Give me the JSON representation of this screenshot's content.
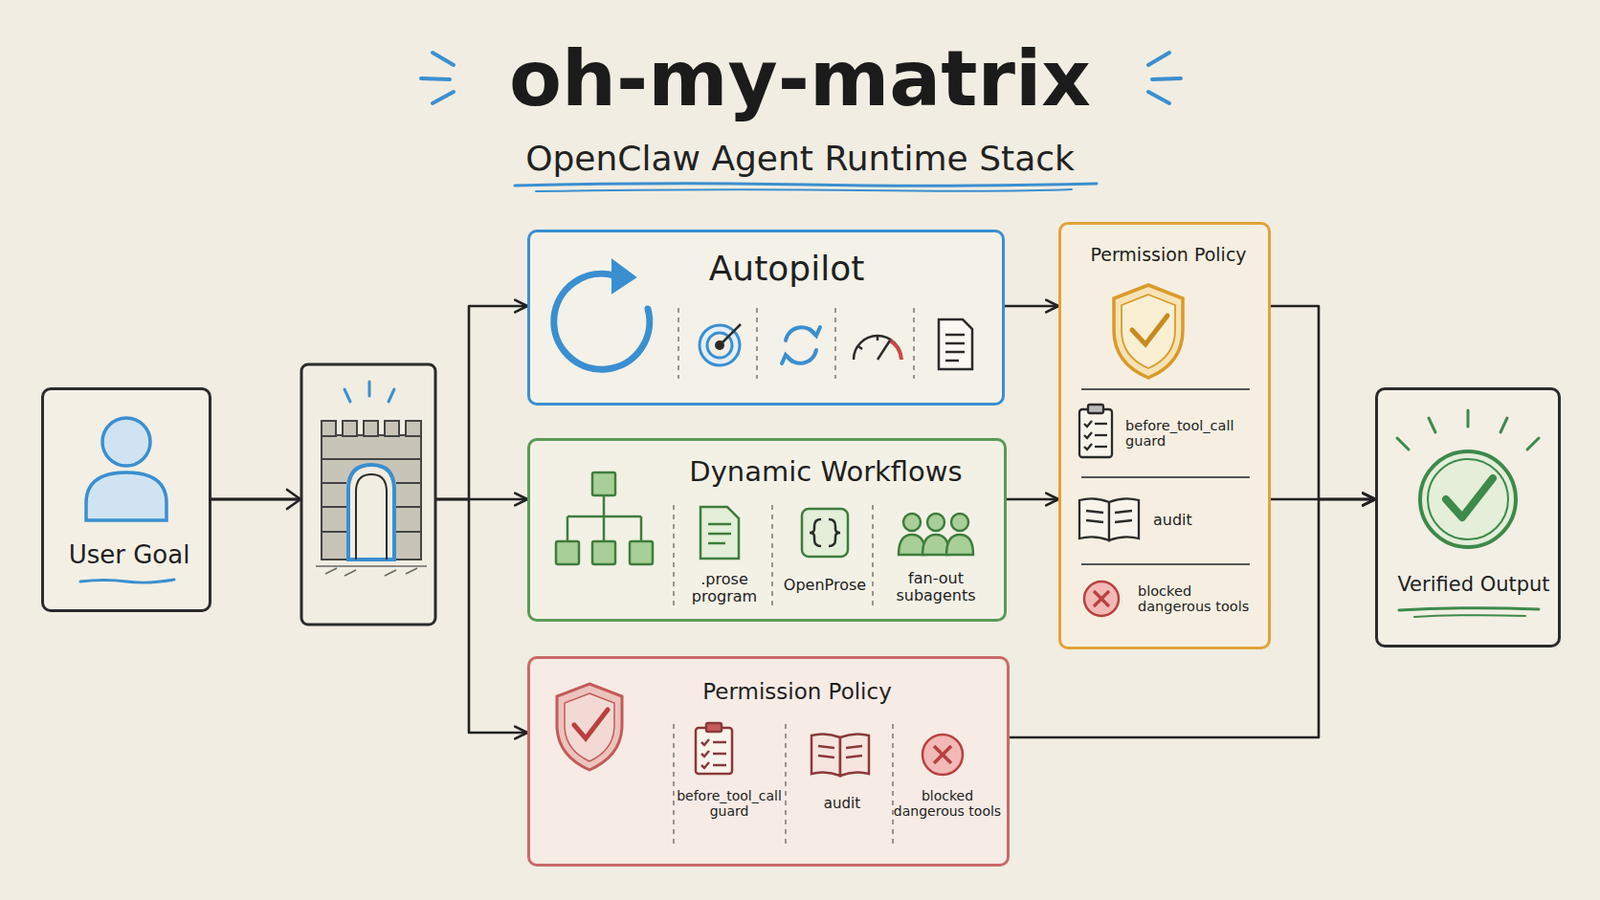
{
  "diagram": {
    "title": "oh-my-matrix",
    "nodes": [
      {
        "text": [
          "User Goal"
        ]
      },
      {
        "text": [
          "Autopilot"
        ]
      },
      {
        "text": [
          "Dynamic Workflows"
        ]
      },
      {
        "text": [
          "Permission Policy"
        ]
      },
      {
        "text": [
          "Permission Policy"
        ]
      },
      {
        "text": [
          "Verified Output"
        ]
      }
    ],
    "edges": [
      {
        "from": 0,
        "to": 1,
        "arrow": "to"
      },
      {
        "from": 0,
        "to": 2,
        "arrow": "to"
      },
      {
        "from": 0,
        "to": 3,
        "arrow": "to"
      },
      {
        "from": 1,
        "to": 4,
        "arrow": "to"
      },
      {
        "from": 2,
        "to": 4,
        "arrow": "to"
      },
      {
        "from": 4,
        "to": 5,
        "arrow": "to"
      },
      {
        "from": 4,
        "to": 5,
        "arrow": "to"
      },
      {
        "from": 3,
        "to": 5,
        "arrow": "to"
      }
    ],
    "labels": [
      "OpenClaw Agent Runtime Stack",
      ".prose program",
      "OpenProse",
      "fan-out subagents",
      "before_tool_call guard",
      "audit",
      "blocked dangerous tools",
      "before_tool_call guard",
      "audit",
      "blocked dangerous tools"
    ]
  }
}
